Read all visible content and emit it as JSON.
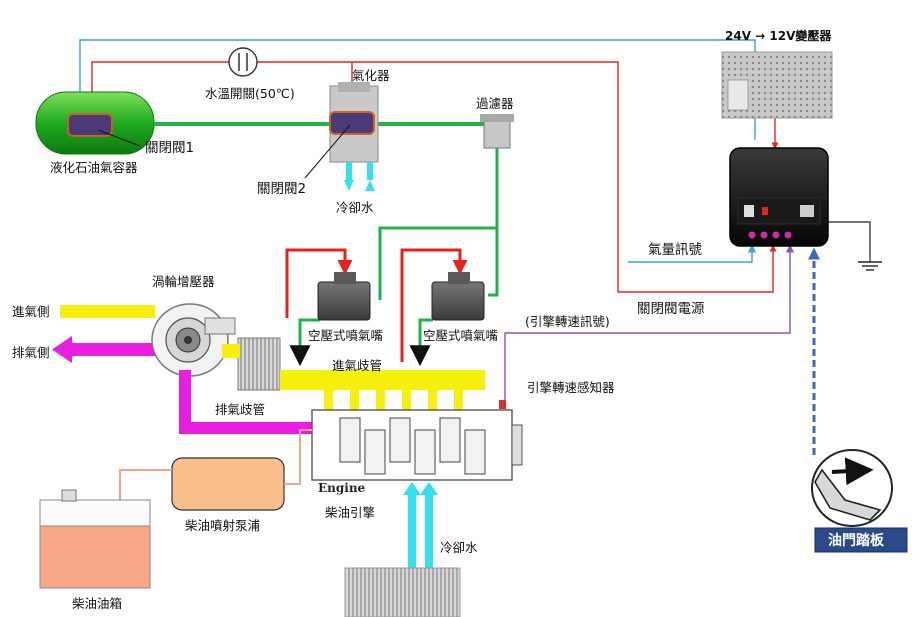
{
  "labels": {
    "transformer": "24V → 12V變壓器",
    "temp_switch": "水溫開關(50℃)",
    "vaporizer": "氣化器",
    "filter": "過濾器",
    "shutoff_valve_1": "關閉閥1",
    "shutoff_valve_2": "關閉閥2",
    "lpg_tank": "液化石油氣容器",
    "cooling_water_top": "冷卻水",
    "gas_signal": "氣量訊號",
    "valve_power": "關閉閥電源",
    "rpm_signal": "(引擎轉速訊號)",
    "rpm_sensor": "引擎轉速感知器",
    "turbo": "渦輪增壓器",
    "intake_side": "進氣側",
    "exhaust_side": "排氣側",
    "air_injector_1": "空壓式噴氣嘴",
    "air_injector_2": "空壓式噴氣嘴",
    "intake_manifold": "進氣歧管",
    "exhaust_manifold": "排氣歧管",
    "engine_word": "Engine",
    "diesel_engine": "柴油引擎",
    "diesel_pump": "柴油噴射泵浦",
    "diesel_tank": "柴油油箱",
    "cooling_water_bottom": "冷卻水",
    "throttle_pedal": "油門踏板"
  },
  "colors": {
    "lpg_line": "#22b24c",
    "power_line": "#e8231f",
    "signal_line": "#3aa0e0",
    "rpm_line": "#8a52b8",
    "intake": "#f5f00c",
    "exhaust": "#e91ee0",
    "cooling": "#33e0f0",
    "diesel_line": "#f0a585",
    "pedal_label_bg": "#2a4a8a"
  },
  "icons": {
    "shutoff_valve": "valve-icon",
    "turbo": "turbocharger-icon",
    "controller": "ecu-box-icon",
    "pedal": "foot-pedal-icon"
  }
}
